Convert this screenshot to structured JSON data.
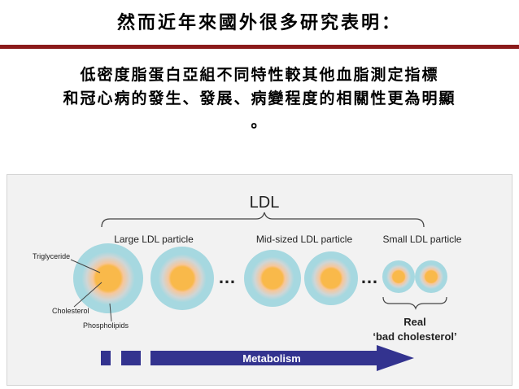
{
  "slide": {
    "title": "然而近年來國外很多研究表明：",
    "body_lines": [
      "低密度脂蛋白亞組不同特性較其他血脂測定指標",
      "和冠心病的發生、發展、病變程度的相關性更為明顯",
      "。"
    ]
  },
  "figure": {
    "ldl_label": "LDL",
    "large_label": "Large LDL particle",
    "mid_label": "Mid-sized LDL particle",
    "small_label": "Small LDL particle",
    "triglyceride_label": "Triglyceride",
    "cholesterol_label": "Cholesterol",
    "phospholipids_label": "Phospholipids",
    "ellipsis_1": "…",
    "ellipsis_2": "…",
    "real_label": "Real",
    "bad_cholesterol_label": "‘bad cholesterol’",
    "metabolism_label": "Metabolism",
    "colors": {
      "particle_shell": "#a6d8e0",
      "particle_mid": "#f4c7a0",
      "particle_core": "#f9b94a",
      "arrow": "#33338f",
      "title_rule": "#8b1a1a"
    }
  }
}
